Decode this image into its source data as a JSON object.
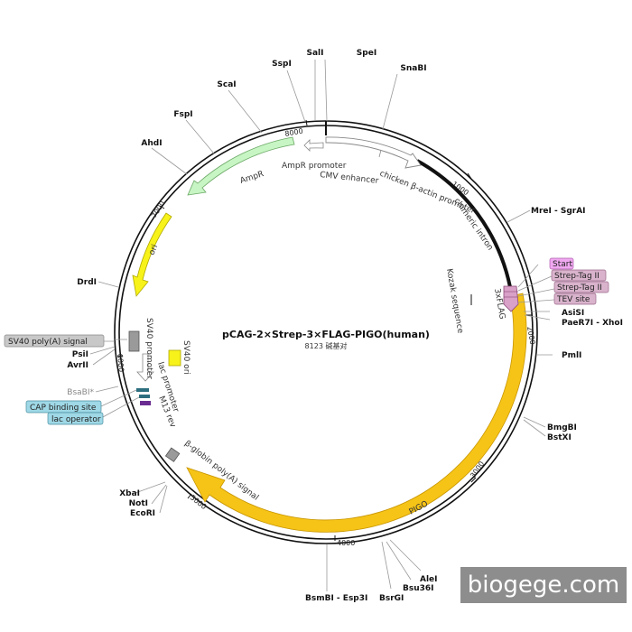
{
  "plasmid": {
    "name": "pCAG-2×Strep-3×FLAG-PIGO(human)",
    "length_label": "8123 碱基对"
  },
  "ticks": [
    "1000",
    "2000",
    "3000",
    "4000",
    "5000",
    "6000",
    "7000",
    "8000"
  ],
  "enzymes_top": [
    "SalI",
    "SpeI",
    "SspI",
    "SnaBI",
    "ScaI",
    "FspI",
    "AhdI",
    "MreI - SgrAI"
  ],
  "enzymes_left": [
    "DrdI",
    "PsiI",
    "AvrII",
    "BsaBI*",
    "XbaI",
    "NotI",
    "EcoRI"
  ],
  "enzymes_right": [
    "AsiSI",
    "PaeR7I - XhoI",
    "PmlI",
    "BmgBI",
    "BstXI"
  ],
  "enzymes_bottom": [
    "BsmBI - Esp3I",
    "BsrGI",
    "Bsu36I",
    "AleI"
  ],
  "boxed_labels": {
    "start": "Start",
    "strep1": "Strep-Tag II",
    "strep2": "Strep-Tag II",
    "tev": "TEV site",
    "sv40_polya": "SV40 poly(A) signal",
    "cap": "CAP binding site",
    "lac_op": "lac operator"
  },
  "features": {
    "ampr_promoter": "AmpR promoter",
    "ampr": "AmpR",
    "cmv": "CMV enhancer",
    "chicken": "chicken β-actin promoter",
    "chimeric": "chimeric intron",
    "kozak": "Kozak sequence",
    "flag": "3xFLAG",
    "ori": "ori",
    "sv40_promoter": "SV40 promoter",
    "sv40_ori": "SV40 ori",
    "lac_promoter": "lac promoter",
    "m13": "M13 rev",
    "bglobin": "β-globin poly(A) signal",
    "pigo": "PIGO"
  },
  "watermark": "biogege.com",
  "colors": {
    "pigo": "#f6c417",
    "ori": "#f7f21a",
    "ampr": "#c8f5c4",
    "start": "#f0a8f0",
    "strep": "#d9b3cc",
    "sv40_box": "#c8c8c8",
    "cap_box": "#9fd8e6"
  }
}
